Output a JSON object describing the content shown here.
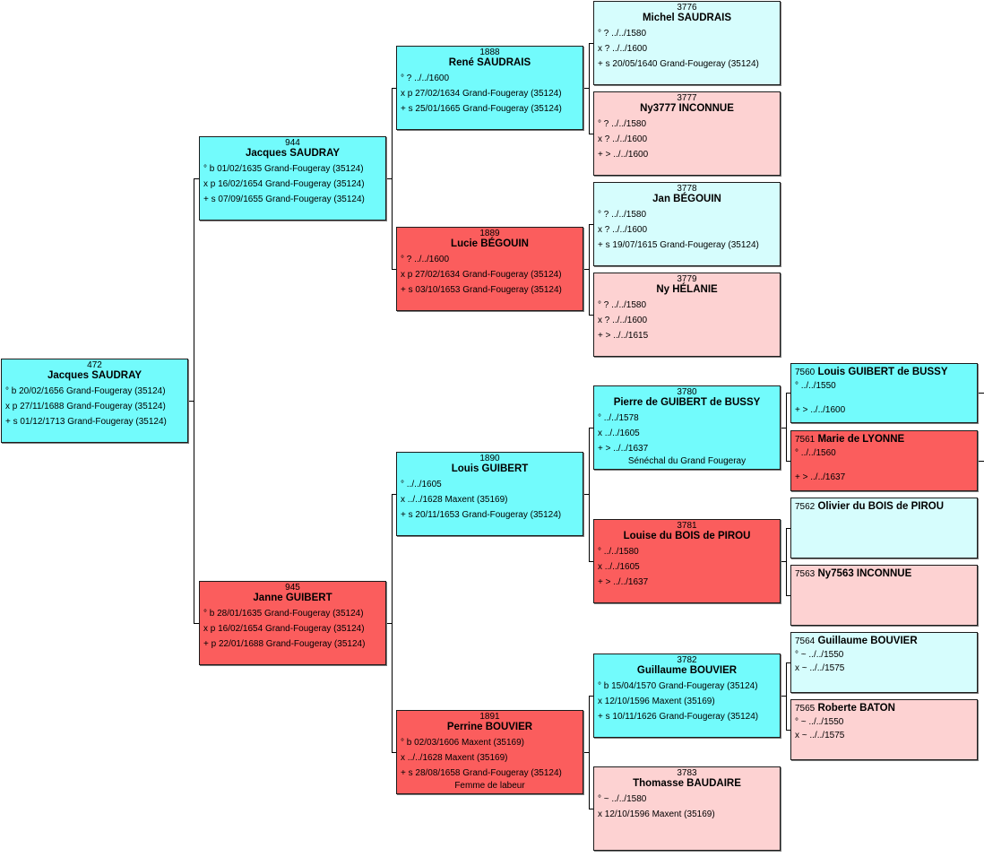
{
  "colors": {
    "male": "#72fbfc",
    "female": "#fb5d5d",
    "male_light": "#d6fdfd",
    "female_light": "#fdd2d2",
    "line": "#000000"
  },
  "persons": {
    "p472": {
      "num": "472",
      "name": "Jacques SAUDRAY",
      "events": [
        "° b 20/02/1656 Grand-Fougeray (35124)",
        "x p 27/11/1688 Grand-Fougeray (35124)",
        "+ s 01/12/1713 Grand-Fougeray (35124)"
      ]
    },
    "p944": {
      "num": "944",
      "name": "Jacques SAUDRAY",
      "events": [
        "° b 01/02/1635 Grand-Fougeray (35124)",
        "x p 16/02/1654 Grand-Fougeray (35124)",
        "+ s 07/09/1655 Grand-Fougeray (35124)"
      ]
    },
    "p945": {
      "num": "945",
      "name": "Janne GUIBERT",
      "events": [
        "° b 28/01/1635 Grand-Fougeray (35124)",
        "x p 16/02/1654 Grand-Fougeray (35124)",
        "+ p 22/01/1688 Grand-Fougeray (35124)"
      ]
    },
    "p1888": {
      "num": "1888",
      "name": "René SAUDRAIS",
      "events": [
        "° ? ../../1600",
        "x p 27/02/1634 Grand-Fougeray (35124)",
        "+ s 25/01/1665 Grand-Fougeray (35124)"
      ]
    },
    "p1889": {
      "num": "1889",
      "name": "Lucie BÉGOUIN",
      "events": [
        "° ? ../../1600",
        "x p 27/02/1634 Grand-Fougeray (35124)",
        "+ s 03/10/1653 Grand-Fougeray (35124)"
      ]
    },
    "p1890": {
      "num": "1890",
      "name": "Louis GUIBERT",
      "events": [
        "° ../../1605",
        "x ../../1628 Maxent (35169)",
        "+ s 20/11/1653 Grand-Fougeray (35124)"
      ]
    },
    "p1891": {
      "num": "1891",
      "name": "Perrine BOUVIER",
      "events": [
        "° b 02/03/1606 Maxent (35169)",
        "x ../../1628 Maxent (35169)",
        "+ s 28/08/1658 Grand-Fougeray (35124)"
      ],
      "note": "Femme de labeur"
    },
    "p3776": {
      "num": "3776",
      "name": "Michel SAUDRAIS",
      "events": [
        "° ? ../../1580",
        "x ? ../../1600",
        "+ s 20/05/1640 Grand-Fougeray (35124)"
      ]
    },
    "p3777": {
      "num": "3777",
      "name": "Ny3777 INCONNUE",
      "events": [
        "° ? ../../1580",
        "x ? ../../1600",
        "+ > ../../1600"
      ]
    },
    "p3778": {
      "num": "3778",
      "name": "Jan BÉGOUIN",
      "events": [
        "° ? ../../1580",
        "x ? ../../1600",
        "+ s 19/07/1615 Grand-Fougeray (35124)"
      ]
    },
    "p3779": {
      "num": "3779",
      "name": "Ny HÉLANIE",
      "events": [
        "° ? ../../1580",
        "x ? ../../1600",
        "+ > ../../1615"
      ]
    },
    "p3780": {
      "num": "3780",
      "name": "Pierre de GUIBERT de BUSSY",
      "events": [
        "° ../../1578",
        "x ../../1605",
        "+ > ../../1637"
      ],
      "note": "Sénéchal du Grand Fougeray"
    },
    "p3781": {
      "num": "3781",
      "name": "Louise du BOIS de PIROU",
      "events": [
        "° ../../1580",
        "x ../../1605",
        "+ > ../../1637"
      ]
    },
    "p3782": {
      "num": "3782",
      "name": "Guillaume BOUVIER",
      "events": [
        "° b 15/04/1570 Grand-Fougeray (35124)",
        "x 12/10/1596 Maxent (35169)",
        "+ s 10/11/1626 Grand-Fougeray (35124)"
      ]
    },
    "p3783": {
      "num": "3783",
      "name": "Thomasse BAUDAIRE",
      "events": [
        "° ~ ../../1580",
        "x 12/10/1596 Maxent (35169)"
      ]
    },
    "p7560": {
      "num": "7560",
      "name": "Louis GUIBERT de BUSSY",
      "events": [
        "° ../../1550",
        "",
        "+ > ../../1600"
      ]
    },
    "p7561": {
      "num": "7561",
      "name": "Marie de LYONNE",
      "events": [
        "° ../../1560",
        "",
        "+ > ../../1637"
      ]
    },
    "p7562": {
      "num": "7562",
      "name": "Olivier du BOIS de PIROU",
      "events": []
    },
    "p7563": {
      "num": "7563",
      "name": "Ny7563 INCONNUE",
      "events": []
    },
    "p7564": {
      "num": "7564",
      "name": "Guillaume BOUVIER",
      "events": [
        "° ~ ../../1550",
        "x ~ ../../1575"
      ]
    },
    "p7565": {
      "num": "7565",
      "name": "Roberte BATON",
      "events": [
        "° ~ ../../1550",
        "x ~ ../../1575"
      ]
    }
  }
}
